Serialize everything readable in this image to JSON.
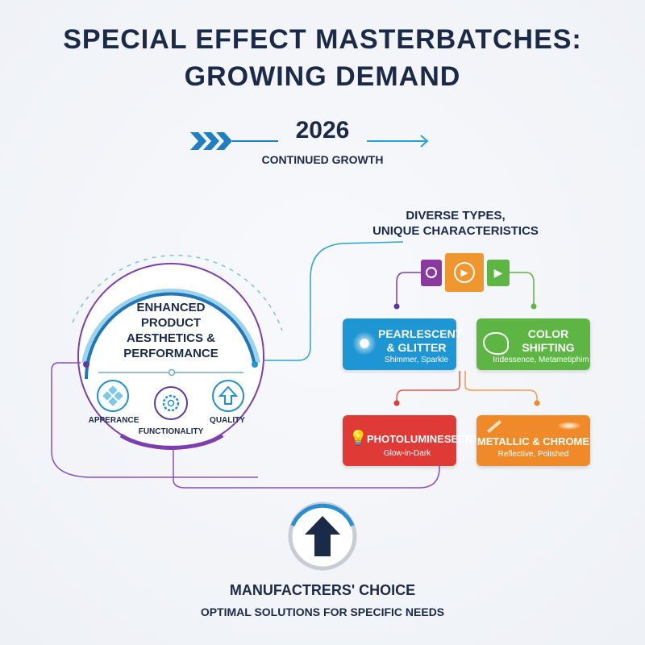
{
  "title": {
    "line1": "SPECIAL EFFECT MASTERBATCHES:",
    "line2": "GROWING DEMAND"
  },
  "timeline": {
    "year": "2026",
    "caption": "CONTINUED GROWTH"
  },
  "hub": {
    "title_lines": [
      "ENHANCED",
      "PRODUCT",
      "AESTHETICS &",
      "PERFORMANCE"
    ],
    "items": [
      {
        "label": "APPERANCE",
        "icon": "pattern-tiles-icon"
      },
      {
        "label": "FUNCTIONALITY",
        "icon": "gear-icon"
      },
      {
        "label": "QUALITY",
        "icon": "up-arrow-icon"
      }
    ]
  },
  "types": {
    "heading_lines": [
      "DIVERSE TYPES,",
      "UNIQUE CHARACTERISTICS"
    ],
    "cards": [
      {
        "title_lines": [
          "PEARLESCENT",
          "& GLITTER"
        ],
        "subtitle": "Shimmer, Sparkle",
        "color": "#1e96d4",
        "icon": "sparkle-icon"
      },
      {
        "title_lines": [
          "COLOR",
          "SHIFTING"
        ],
        "subtitle": "Iridessence, Metametiphim",
        "color": "#5db544",
        "icon": "chameleon-icon"
      },
      {
        "title_lines": [
          "PHOTOLUMINESEENT"
        ],
        "subtitle": "Glow-in-Dark",
        "color": "#e03a36",
        "icon": "lightbulb-icon"
      },
      {
        "title_lines": [
          "METALLIC & CHROME"
        ],
        "subtitle": "Reflective, Polished",
        "color": "#f08a28",
        "icon": "shine-icon"
      }
    ]
  },
  "footer": {
    "title": "MANUFACTRERS' CHOICE",
    "subtitle": "OPTIMAL SOLUTIONS FOR SPECIFIC NEEDS"
  }
}
